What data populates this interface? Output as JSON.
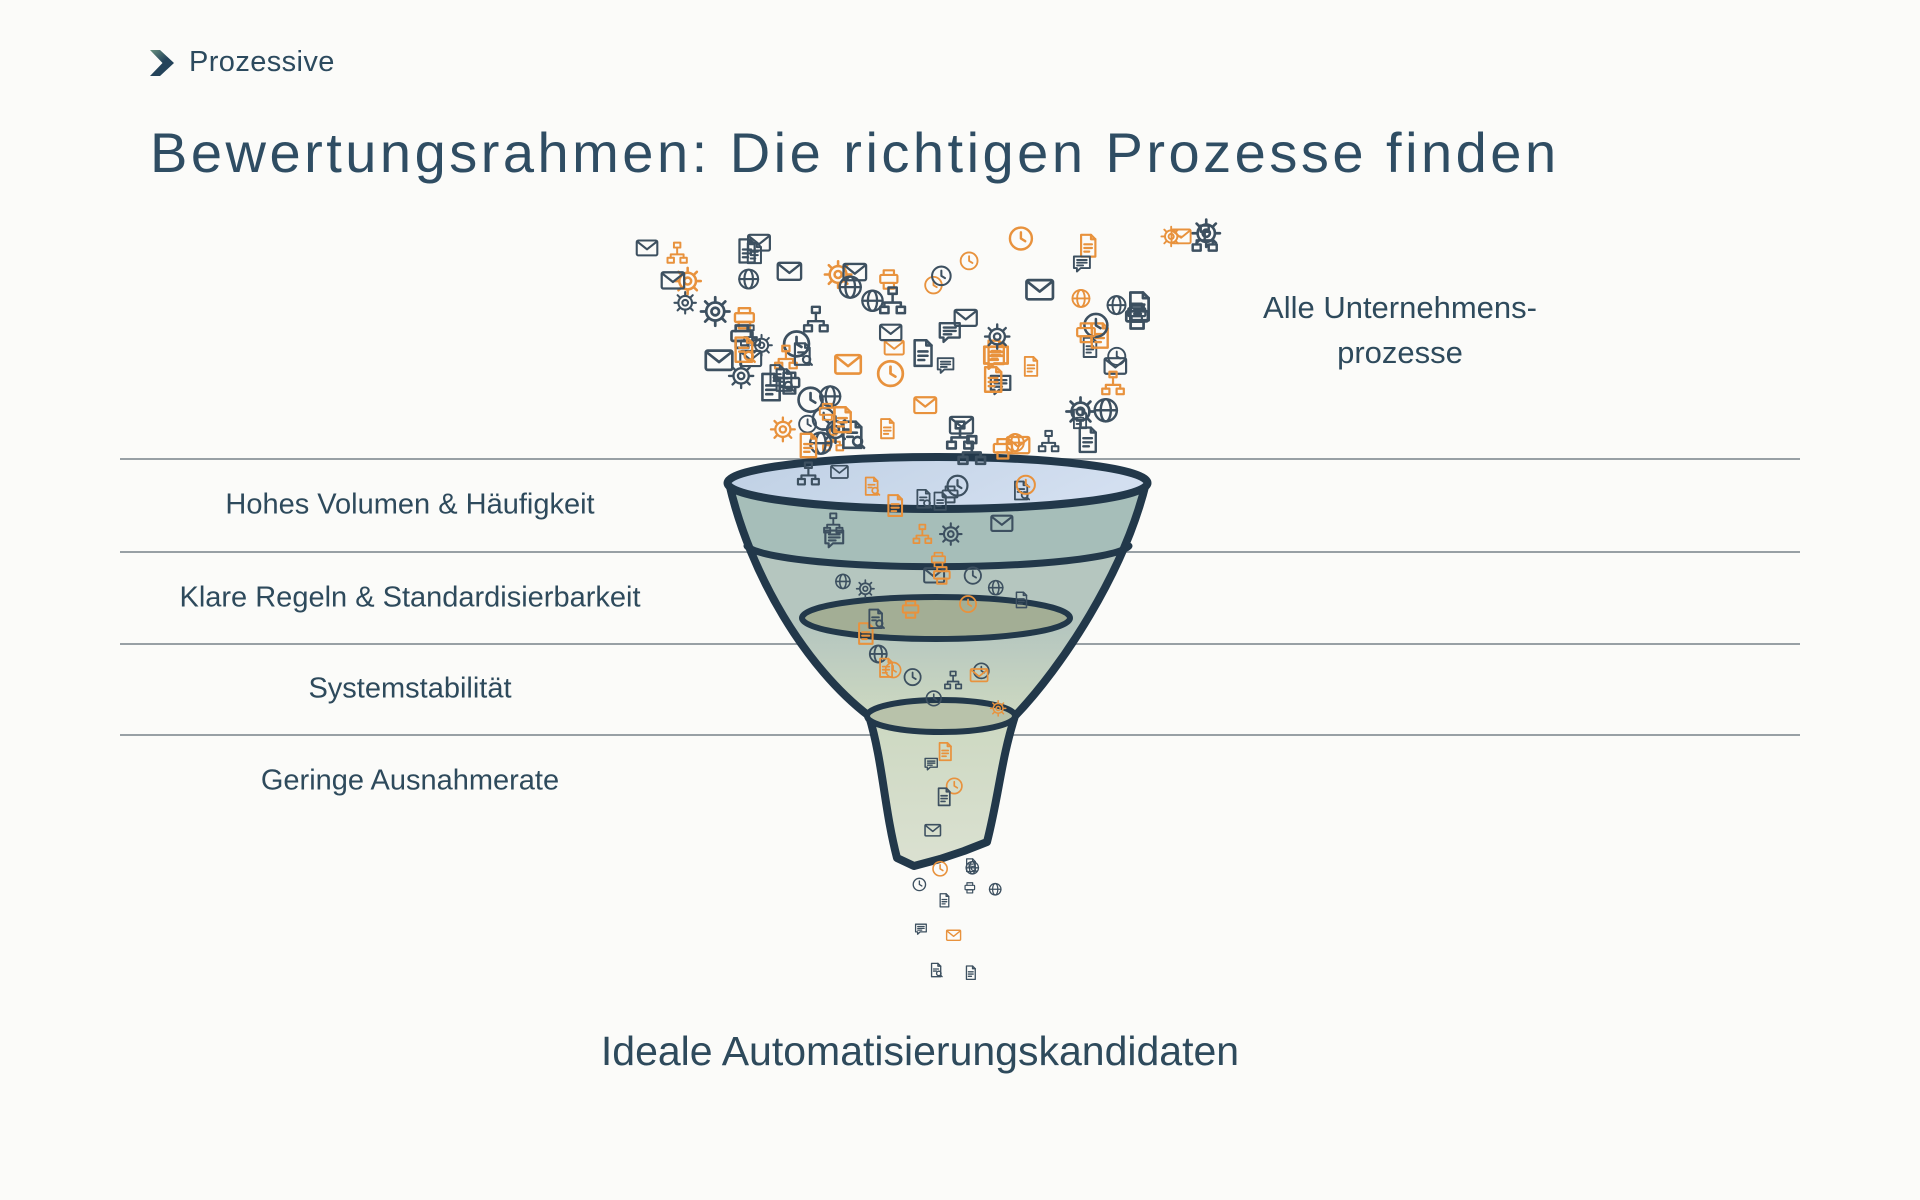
{
  "page": {
    "background_color": "#fbfbf9"
  },
  "header": {
    "logo": {
      "brand": "Prozessive",
      "icon": "chevron-forward-icon",
      "color": "#2c4a5e",
      "accent_green": "#6a9280"
    }
  },
  "title": {
    "text": "Bewertungsrahmen: Die richtigen Prozesse finden",
    "color": "#2f4d63"
  },
  "diagram": {
    "type": "funnel",
    "source_label": {
      "line1": "Alle Unternehmens-",
      "line2": "prozesse"
    },
    "criteria": [
      {
        "label": "Hohes Volumen & Häufigkeit"
      },
      {
        "label": "Klare Regeln & Standardisierbarkeit"
      },
      {
        "label": "Systemstabilität"
      },
      {
        "label": "Geringe Ausnahmerate"
      }
    ],
    "result_label": "Ideale Automatisierungskandidaten",
    "label_color": "#2e4a5c",
    "divider_color": "#868f96",
    "funnel_colors": {
      "outline": "#22384a",
      "opening": "#c9d8ea",
      "upper_band": "#a6beb9",
      "body": "#ccd8c1",
      "mid_ring": "#a3ae95",
      "lower_ring": "#b8c2aa",
      "stem": "#dbe1d1"
    },
    "icon_colors": {
      "dark": "#3d5060",
      "orange": "#e8923d"
    },
    "icon_types": [
      "envelope-icon",
      "document-icon",
      "gear-icon",
      "clock-icon",
      "chat-bubble-icon",
      "document-search-icon",
      "globe-icon",
      "flowchart-icon",
      "printer-icon"
    ]
  }
}
